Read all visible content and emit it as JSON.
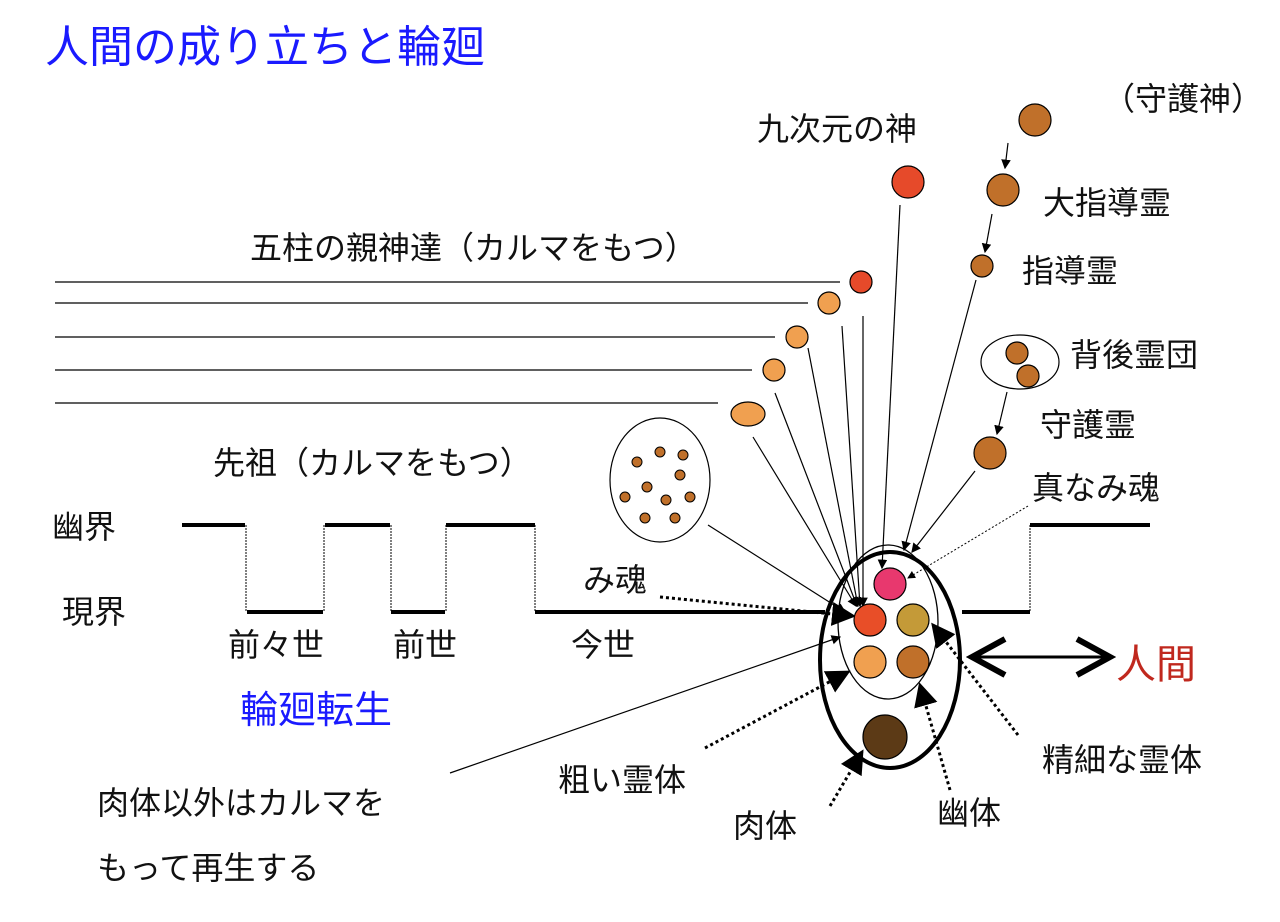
{
  "title": "人間の成り立ちと輪廻",
  "labels": {
    "guardian_god": "（守護神）",
    "ninth_dim_god": "九次元の神",
    "great_guide": "大指導霊",
    "guide": "指導霊",
    "five_parent_gods": "五柱の親神達（カルマをもつ）",
    "spirit_group": "背後霊団",
    "guardian_spirit": "守護霊",
    "ancestors": "先祖（カルマをもつ）",
    "true_soul": "真なみ魂",
    "astral_world": "幽界",
    "physical_world": "現界",
    "mitama": "み魂",
    "life_before_last": "前々世",
    "previous_life": "前世",
    "this_life": "今世",
    "human": "人間",
    "reincarnation": "輪廻転生",
    "fine_spirit_body": "精細な霊体",
    "coarse_spirit_body": "粗い霊体",
    "karma_note_1": "肉体以外はカルマを",
    "astral_body": "幽体",
    "physical_body": "肉体",
    "karma_note_2": "もって再生する"
  },
  "colors": {
    "title": "#1a1aff",
    "human": "#c0281e",
    "red": "#e64a2a",
    "orange": "#f0a050",
    "brown": "#c0702a",
    "pink": "#e8386e",
    "olive": "#c49a38",
    "dark_brown": "#5c3a16"
  }
}
